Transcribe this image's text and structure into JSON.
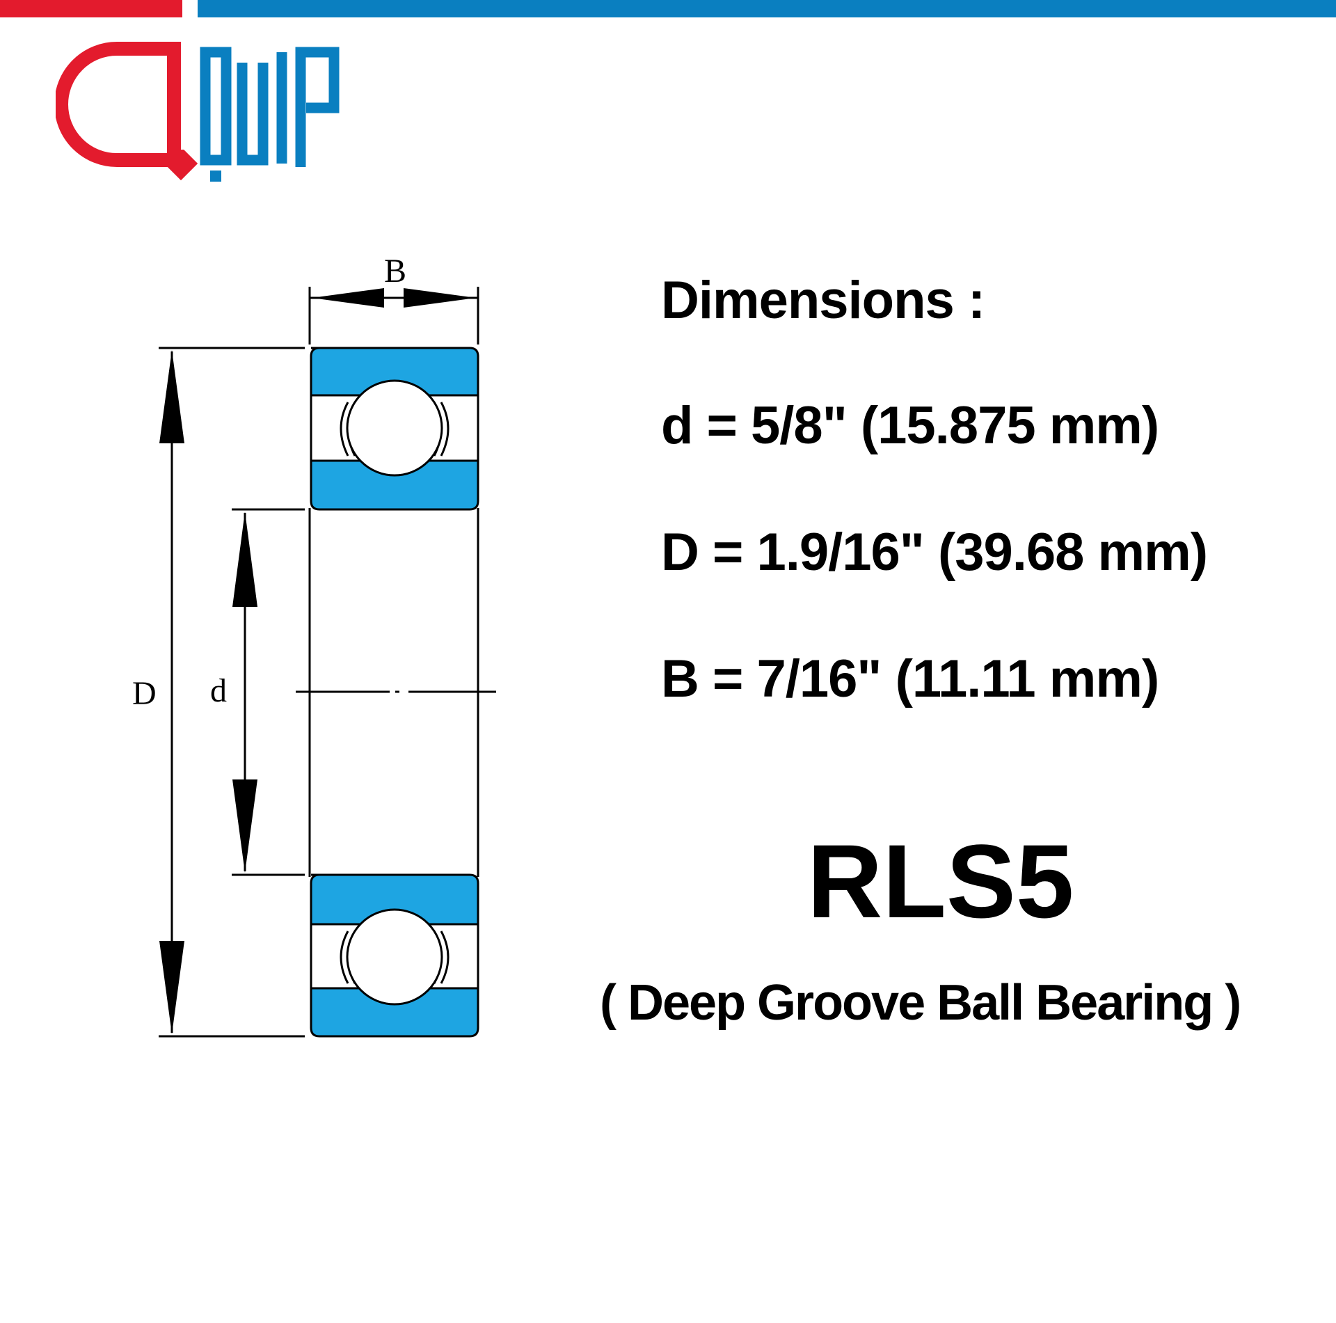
{
  "brand": {
    "logo_text": "QUIP",
    "colors": {
      "red": "#e31b2d",
      "blue": "#0a7fc0",
      "bearing_fill": "#1ea5e2"
    }
  },
  "diagram_labels": {
    "width_label": "B",
    "outer_diameter_label": "D",
    "inner_diameter_label": "d"
  },
  "specs": {
    "heading": "Dimensions :",
    "lines": [
      "d = 5/8\" (15.875 mm)",
      "D = 1.9/16\" (39.68 mm)",
      "B = 7/16\" (11.11 mm)"
    ]
  },
  "product": {
    "part_number": "RLS5",
    "type": "( Deep Groove Ball Bearing )"
  }
}
